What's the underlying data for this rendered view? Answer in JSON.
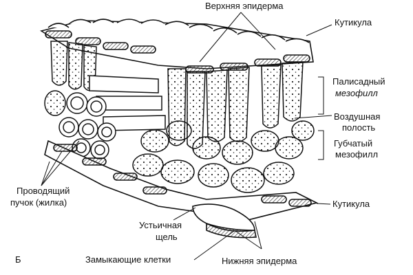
{
  "labels": {
    "upper_epidermis": "Верхняя эпидерма",
    "cuticle_top": "Кутикула",
    "palisade_line1": "Палисадный",
    "palisade_line2": "мезофилл",
    "air_space_line1": "Воздушная",
    "air_space_line2": "полость",
    "spongy_line1": "Губчатый",
    "spongy_line2": "мезофилл",
    "vascular_line1": "Проводящий",
    "vascular_line2": "пучок (жилка)",
    "stomata_line1": "Устьичная",
    "stomata_line2": "щель",
    "guard_cells": "Замыкающие клетки",
    "lower_epidermis": "Нижняя эпидерма",
    "cuticle_bottom": "Кутикула",
    "figure_letter": "Б"
  }
}
